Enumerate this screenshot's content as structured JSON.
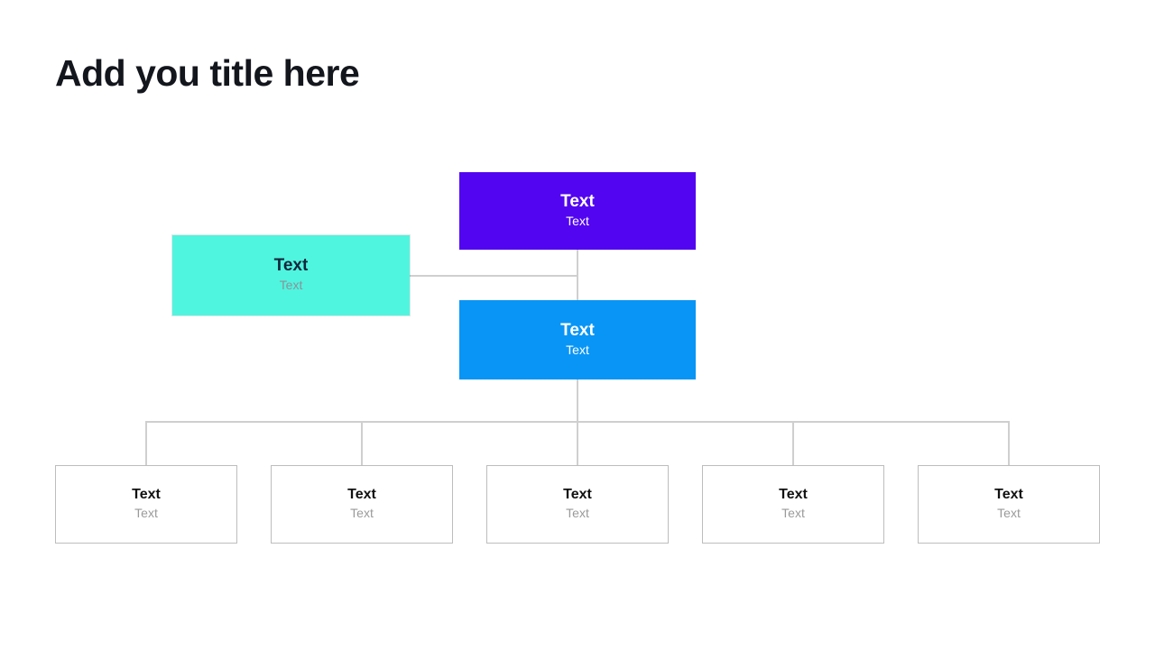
{
  "slide": {
    "title": "Add you title here"
  },
  "colors": {
    "root_box": "#5205F0",
    "assistant_box": "#4FF5DE",
    "manager_box": "#0995F6",
    "child_box_border": "#BDBDBD",
    "connector_line": "#CFCFCF",
    "title_text": "#14161D",
    "white_text": "#FFFFFF",
    "assistant_title_text": "#13263C",
    "muted_text": "#8A939B",
    "child_muted_text": "#9A9A9A"
  },
  "org_chart": {
    "root": {
      "title": "Text",
      "subtitle": "Text"
    },
    "assistant": {
      "title": "Text",
      "subtitle": "Text"
    },
    "manager": {
      "title": "Text",
      "subtitle": "Text"
    },
    "children": [
      {
        "title": "Text",
        "subtitle": "Text"
      },
      {
        "title": "Text",
        "subtitle": "Text"
      },
      {
        "title": "Text",
        "subtitle": "Text"
      },
      {
        "title": "Text",
        "subtitle": "Text"
      },
      {
        "title": "Text",
        "subtitle": "Text"
      }
    ]
  }
}
